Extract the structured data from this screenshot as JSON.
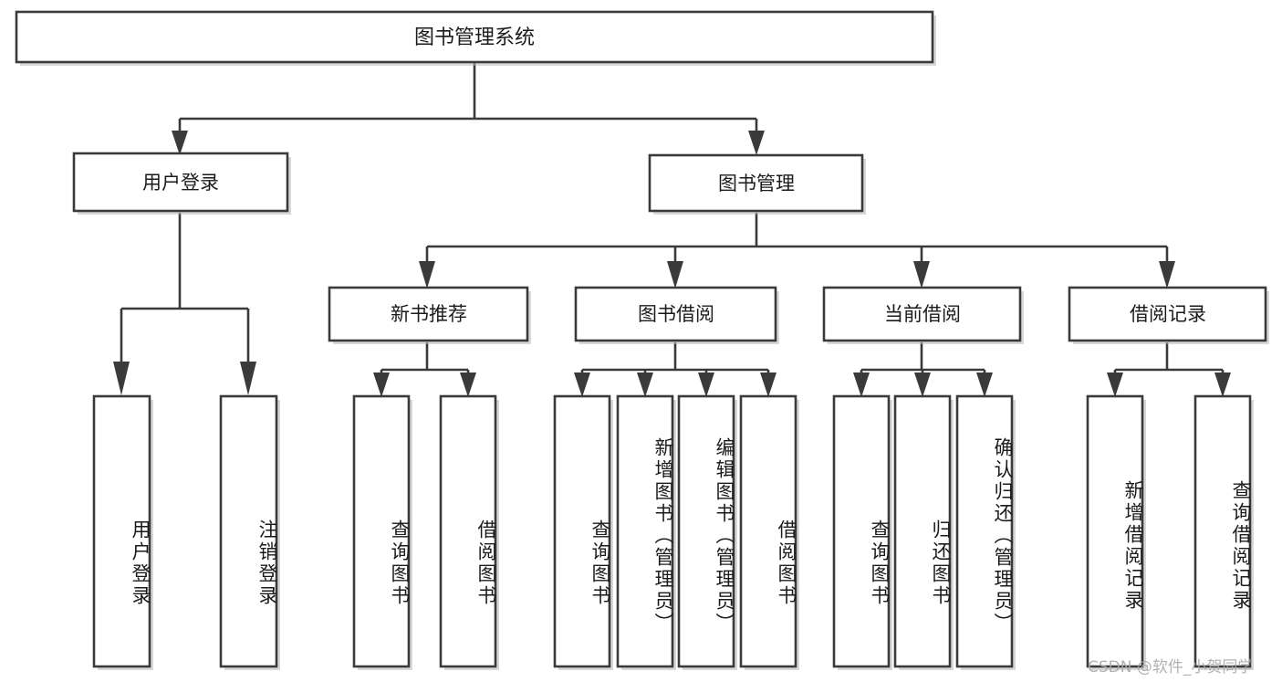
{
  "diagram": {
    "title": "图书管理系统",
    "type": "tree",
    "watermark": "CSDN @软件_小贺同学",
    "colors": {
      "stroke": "#3a3a3a",
      "fill": "#ffffff",
      "text": "#1b1b1b",
      "watermark": "#a9a9a9"
    },
    "levels": {
      "root": {
        "label": "图书管理系统"
      },
      "level2": [
        {
          "id": "user-login",
          "label": "用户登录"
        },
        {
          "id": "book-manage",
          "label": "图书管理"
        }
      ],
      "level3": [
        {
          "id": "new-book-recommend",
          "label": "新书推荐",
          "parent": "book-manage"
        },
        {
          "id": "book-borrow",
          "label": "图书借阅",
          "parent": "book-manage"
        },
        {
          "id": "current-borrow",
          "label": "当前借阅",
          "parent": "book-manage"
        },
        {
          "id": "borrow-record",
          "label": "借阅记录",
          "parent": "book-manage"
        }
      ],
      "leaves": [
        {
          "id": "leaf-user-login",
          "label": "用户登录",
          "parent": "user-login"
        },
        {
          "id": "leaf-logout-login",
          "label": "注销登录",
          "parent": "user-login"
        },
        {
          "id": "leaf-query-book-1",
          "label": "查询图书",
          "parent": "new-book-recommend"
        },
        {
          "id": "leaf-borrow-book-1",
          "label": "借阅图书",
          "parent": "new-book-recommend"
        },
        {
          "id": "leaf-query-book-2",
          "label": "查询图书",
          "parent": "book-borrow"
        },
        {
          "id": "leaf-add-book",
          "label": "新增图书（管理员）",
          "parent": "book-borrow"
        },
        {
          "id": "leaf-edit-book",
          "label": "编辑图书（管理员）",
          "parent": "book-borrow"
        },
        {
          "id": "leaf-borrow-book-2",
          "label": "借阅图书",
          "parent": "book-borrow"
        },
        {
          "id": "leaf-query-book-3",
          "label": "查询图书",
          "parent": "current-borrow"
        },
        {
          "id": "leaf-return-book",
          "label": "归还图书",
          "parent": "current-borrow"
        },
        {
          "id": "leaf-confirm-return",
          "label": "确认归还（管理员）",
          "parent": "current-borrow"
        },
        {
          "id": "leaf-add-record",
          "label": "新增借阅记录",
          "parent": "borrow-record"
        },
        {
          "id": "leaf-query-record",
          "label": "查询借阅记录",
          "parent": "borrow-record"
        }
      ]
    }
  }
}
